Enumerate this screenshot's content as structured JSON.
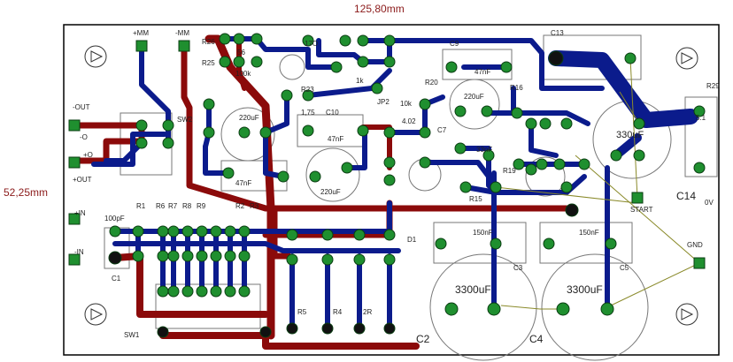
{
  "board": {
    "width_dim": "125,80mm",
    "height_dim": "52,25mm"
  },
  "connectors": {
    "plus_mm": "+MM",
    "minus_mm": "-MM",
    "minus_out": "-OUT",
    "minus_out_short": "-O",
    "plus_out": "+OUT",
    "plus_out_short": "+O",
    "plus_in": "+IN",
    "minus_in": "-IN",
    "gnd": "GND",
    "start": "START"
  },
  "labels": {
    "r26": "R26",
    "r25": "R25",
    "r26_val": "56",
    "r25_val": "100k",
    "sw2": "SW2",
    "sw1": "SW1",
    "r23": "R23",
    "c10": "C10",
    "c9": "C9",
    "c7": "C7",
    "r20": "R20",
    "r16": "R16",
    "r15": "R15",
    "r19": "R19",
    "c13": "C13",
    "c14": "C14",
    "r29": "R29",
    "r29_val": "5.1",
    "v_label": "0V",
    "c3": "C3",
    "c5": "C5",
    "c2": "C2",
    "c4": "C4",
    "c1": "C1",
    "d1": "D1",
    "jp2": "JP2",
    "r1": "R1",
    "r2": "R2",
    "r6": "R6",
    "r7": "R7",
    "r8": "R8",
    "r9": "R9",
    "r3": "R3",
    "r4": "R4",
    "r5": "R5",
    "c100p": "100pF",
    "cap_220u": "220uF",
    "cap_47n": "47nF",
    "cap_33n": "33nF",
    "cap_150n": "150nF",
    "cap_3300u": "3300uF",
    "cap_330u": "330uF",
    "r_l75": "1,75",
    "r_1k": "1k",
    "r_10k": "10k",
    "r_402": "4.02",
    "r_17o": "17O",
    "r_2r": "2R"
  },
  "colors": {
    "board_outline": "#000000",
    "top_copper": "#0b1b8c",
    "bottom_copper": "#8b0a0a",
    "pad_green": "#1f8f2f",
    "silkscreen": "#555555",
    "ratsnest": "#8a8a2a",
    "dimension_text": "#8b1a1a"
  }
}
